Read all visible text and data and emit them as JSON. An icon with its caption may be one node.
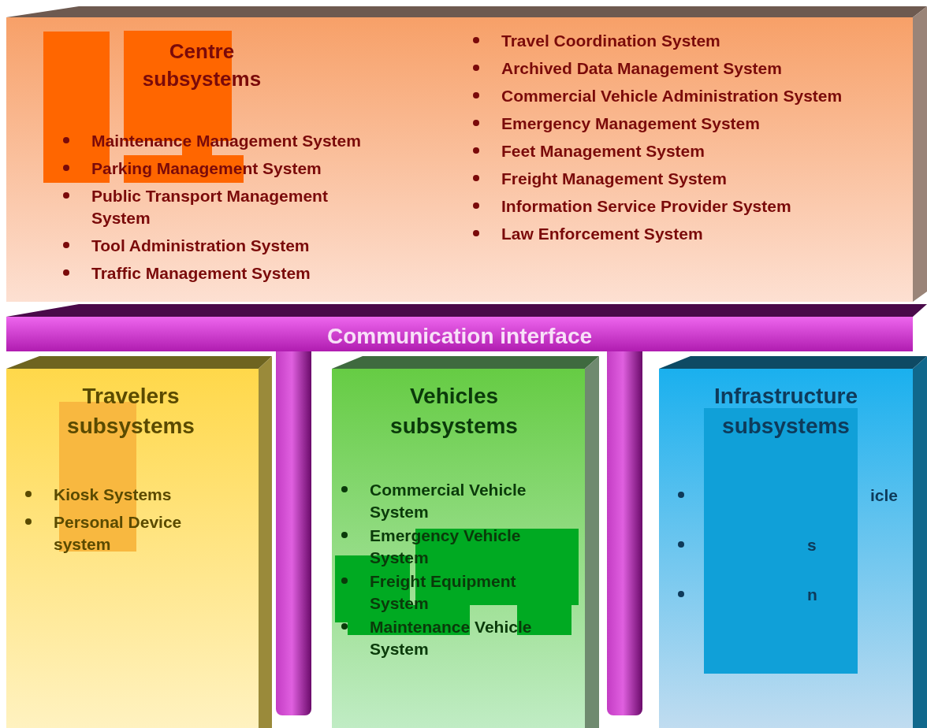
{
  "diagram": {
    "nodes": [
      {
        "text": [
          "Centre subsystems",
          "Maintenance Management System",
          "Parking Management System",
          "Public Transport Management System",
          "Tool Administration System",
          "Traffic Management System",
          "Travel Coordination System",
          "Archived Data Management System",
          "Commercial Vehicle Administration System",
          "Emergency Management System",
          "Feet Management System",
          "Freight Management System",
          "Information Service Provider System",
          "Law Enforcement System"
        ]
      },
      {
        "text": [
          "Communication interface"
        ]
      },
      {
        "text": [
          "Travelers subsystems",
          "Kiosk Systems",
          "Personal Device system"
        ]
      },
      {
        "text": [
          "Vehicles subsystems",
          "Commercial Vehicle System",
          "Emergency Vehicle System",
          "Freight Equipment System",
          "Maintenance Vehicle System"
        ]
      },
      {
        "text": [
          "Infrastructure subsystems",
          "icle",
          "s",
          "n"
        ]
      },
      {
        "text": [],
        "shape": "cylinder"
      },
      {
        "text": [],
        "shape": "cylinder"
      }
    ]
  }
}
